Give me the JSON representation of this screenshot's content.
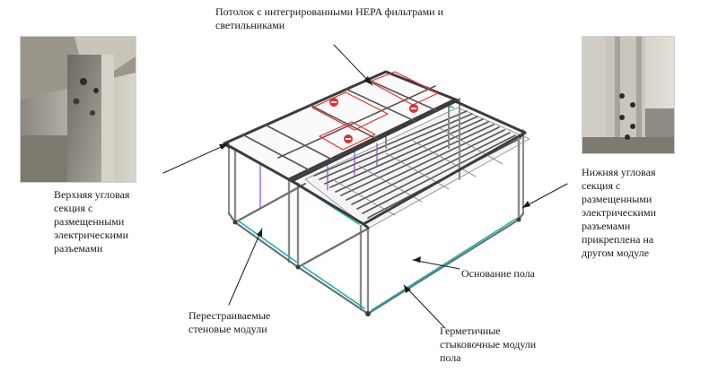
{
  "labels": {
    "ceiling": "Потолок с интегрированными HEPA фильтрами и\nсветильниками",
    "upper_corner": "Верхняя угловая\nсекция с\nразмещенными\nэлектрическими\nразъемами",
    "lower_corner": "Нижняя угловая\nсекция с\nразмещенными\nэлектрическими\nразъемами\nприкреплена на\nдругом модуле",
    "floor_base": "Основание пола",
    "wall_modules": "Перестраиваемые\nстеновые модули",
    "sealed_docking": "Герметичные\nстыковочные модули\nпола"
  },
  "colors": {
    "frame": "#7a7a7a",
    "frame_dark": "#3c3c3c",
    "accent_cyan": "#19b3b8",
    "accent_purple": "#8a4fc4",
    "filter_red": "#e0302f"
  }
}
